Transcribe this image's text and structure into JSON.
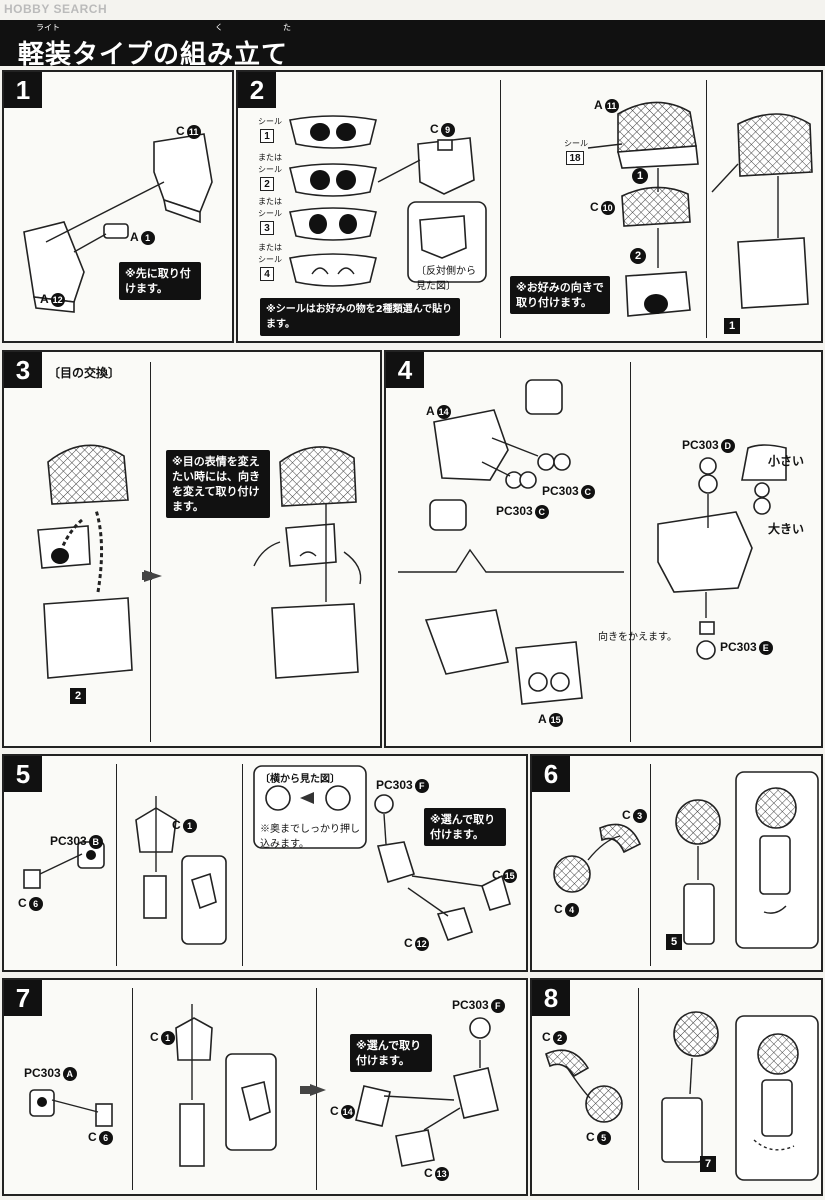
{
  "watermark": "HOBBY SEARCH",
  "header": {
    "title": "軽装タイプの組み立て",
    "ruby_light": "ライト",
    "ruby_ku": "く",
    "ruby_ta": "た"
  },
  "step1": {
    "num": "1",
    "c11": "C",
    "c11n": "11",
    "a1": "A",
    "a1n": "1",
    "a12": "A",
    "a12n": "12",
    "note": "※先に取り付けます。"
  },
  "step2": {
    "num": "2",
    "seal_label": "シール",
    "or_label": "または",
    "seals": [
      "1",
      "2",
      "3",
      "4"
    ],
    "c9": "C",
    "c9n": "9",
    "view_note": "〔反対側から見た図〕",
    "seal_note": "※シールはお好みの物を2種類選んで貼ります。",
    "a11": "A",
    "a11n": "11",
    "seal18": "18",
    "c10": "C",
    "c10n": "10",
    "step_a": "1",
    "step_b": "2",
    "fav_note": "※お好みの向きで取り付けます。",
    "ref": "1"
  },
  "step3": {
    "num": "3",
    "subtitle": "〔目の交換〕",
    "note": "※目の表情を変えたい時には、向きを変えて取り付けます。",
    "ref": "2"
  },
  "step4": {
    "num": "4",
    "a14": "A",
    "a14n": "14",
    "pc303c_1": "PC303",
    "pc303c_1n": "C",
    "pc303c_2": "PC303",
    "pc303c_2n": "C",
    "pc303d": "PC303",
    "pc303dn": "D",
    "small": "小さい",
    "large": "大きい",
    "turn_note": "向きをかえます。",
    "pc303e": "PC303",
    "pc303en": "E",
    "a15": "A",
    "a15n": "15"
  },
  "step5": {
    "num": "5",
    "pc303b": "PC303",
    "pc303bn": "B",
    "c6": "C",
    "c6n": "6",
    "c1": "C",
    "c1n": "1",
    "side_view": "〔横から見た図〕",
    "push_note": "※奥までしっかり押し込みます。",
    "pc303f": "PC303",
    "pc303fn": "F",
    "choose_note": "※選んで取り付けます。",
    "c15": "C",
    "c15n": "15",
    "c12": "C",
    "c12n": "12"
  },
  "step6": {
    "num": "6",
    "c3": "C",
    "c3n": "3",
    "c4": "C",
    "c4n": "4",
    "ref": "5"
  },
  "step7": {
    "num": "7",
    "pc303a": "PC303",
    "pc303an": "A",
    "c6": "C",
    "c6n": "6",
    "c1": "C",
    "c1n": "1",
    "pc303f": "PC303",
    "pc303fn": "F",
    "choose_note": "※選んで取り付けます。",
    "c14": "C",
    "c14n": "14",
    "c13": "C",
    "c13n": "13"
  },
  "step8": {
    "num": "8",
    "c2": "C",
    "c2n": "2",
    "c5": "C",
    "c5n": "5",
    "ref": "7"
  }
}
